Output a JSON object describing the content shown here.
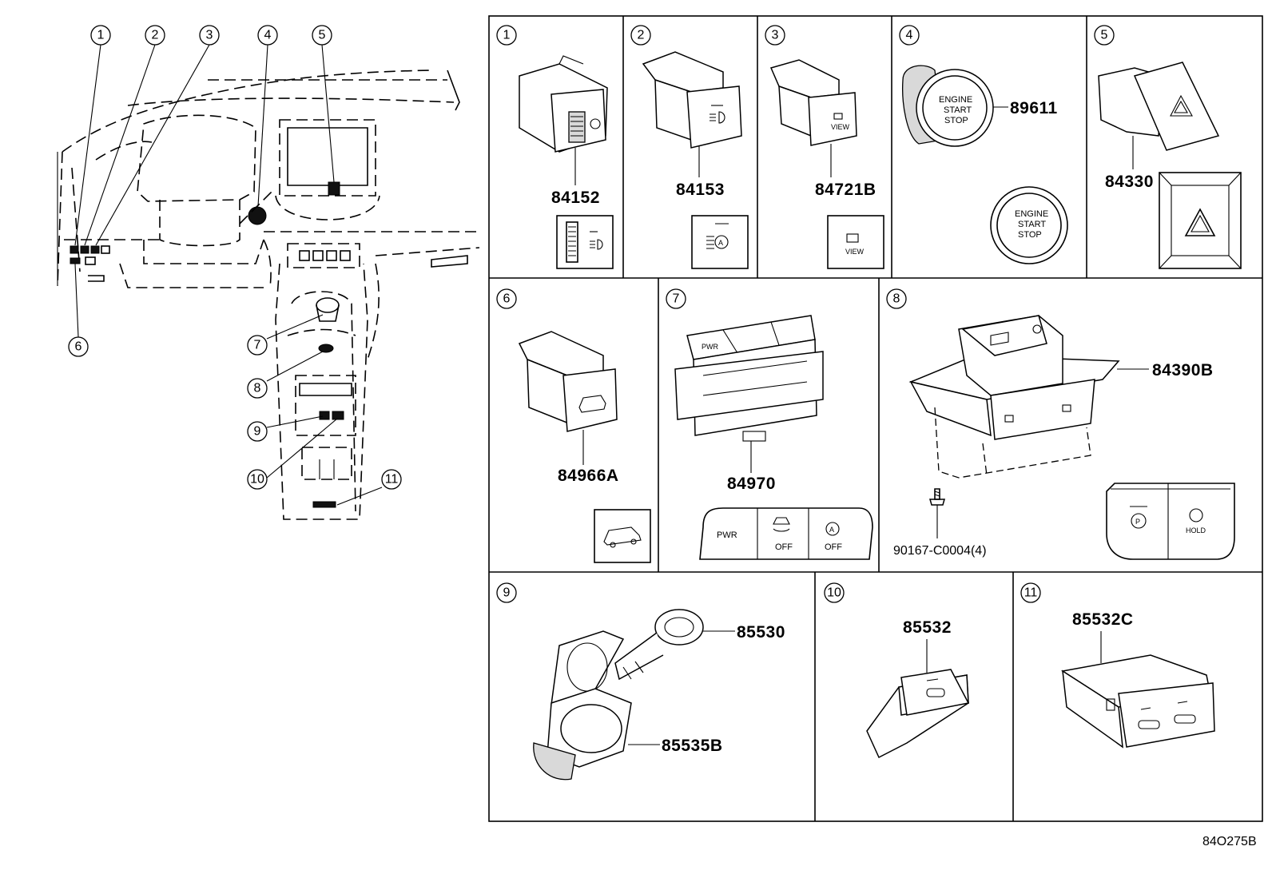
{
  "diagram_code": "84O275B",
  "overview": {
    "callouts": [
      "1",
      "2",
      "3",
      "4",
      "5",
      "6",
      "7",
      "8",
      "9",
      "10",
      "11"
    ]
  },
  "panels": [
    {
      "num": "1",
      "parts": [
        {
          "pn": "84152"
        }
      ]
    },
    {
      "num": "2",
      "parts": [
        {
          "pn": "84153"
        }
      ]
    },
    {
      "num": "3",
      "parts": [
        {
          "pn": "84721B"
        }
      ],
      "icon_text": "VIEW"
    },
    {
      "num": "4",
      "parts": [
        {
          "pn": "89611"
        }
      ],
      "button_text": [
        "ENGINE",
        "START",
        "STOP"
      ]
    },
    {
      "num": "5",
      "parts": [
        {
          "pn": "84330"
        }
      ]
    },
    {
      "num": "6",
      "parts": [
        {
          "pn": "84966A"
        }
      ]
    },
    {
      "num": "7",
      "parts": [
        {
          "pn": "84970"
        }
      ],
      "switch_labels": [
        "PWR",
        "OFF",
        "OFF"
      ]
    },
    {
      "num": "8",
      "parts": [
        {
          "pn": "84390B"
        },
        {
          "pn": "90167-C0004(4)"
        }
      ],
      "switch_labels": [
        "HOLD"
      ]
    },
    {
      "num": "9",
      "parts": [
        {
          "pn": "85530"
        },
        {
          "pn": "85535B"
        }
      ]
    },
    {
      "num": "10",
      "parts": [
        {
          "pn": "85532"
        }
      ]
    },
    {
      "num": "11",
      "parts": [
        {
          "pn": "85532C"
        }
      ]
    }
  ],
  "icons": [
    "lamp-dimmer-icon",
    "auto-headlamp-icon",
    "camera-view-icon",
    "hazard-icon",
    "power-tailgate-icon",
    "traction-off-icon",
    "parking-brake-icon",
    "brake-hold-icon",
    "usb-charge-icon"
  ]
}
